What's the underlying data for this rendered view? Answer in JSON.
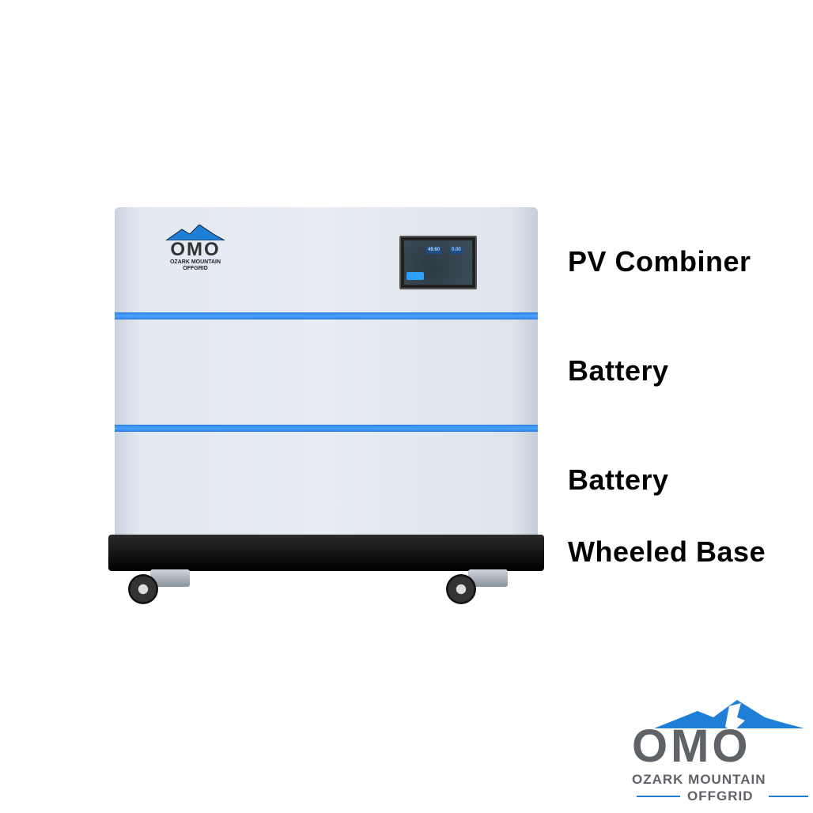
{
  "product": {
    "screen": {
      "voltage": "49.60",
      "current": "0.00"
    },
    "logo_small": {
      "mark": "OMO",
      "line1": "OZARK MOUNTAIN",
      "line2": "OFFGRID"
    },
    "accent_color": "#3a8ff0"
  },
  "labels": {
    "pv_combiner": "PV Combiner",
    "battery_1": "Battery",
    "battery_2": "Battery",
    "wheeled_base": "Wheeled Base"
  },
  "brand_logo": {
    "mark": "OMO",
    "line1": "OZARK MOUNTAIN",
    "line2": "OFFGRID",
    "colors": {
      "blue": "#1f7fd6",
      "gray": "#5f6368"
    }
  }
}
